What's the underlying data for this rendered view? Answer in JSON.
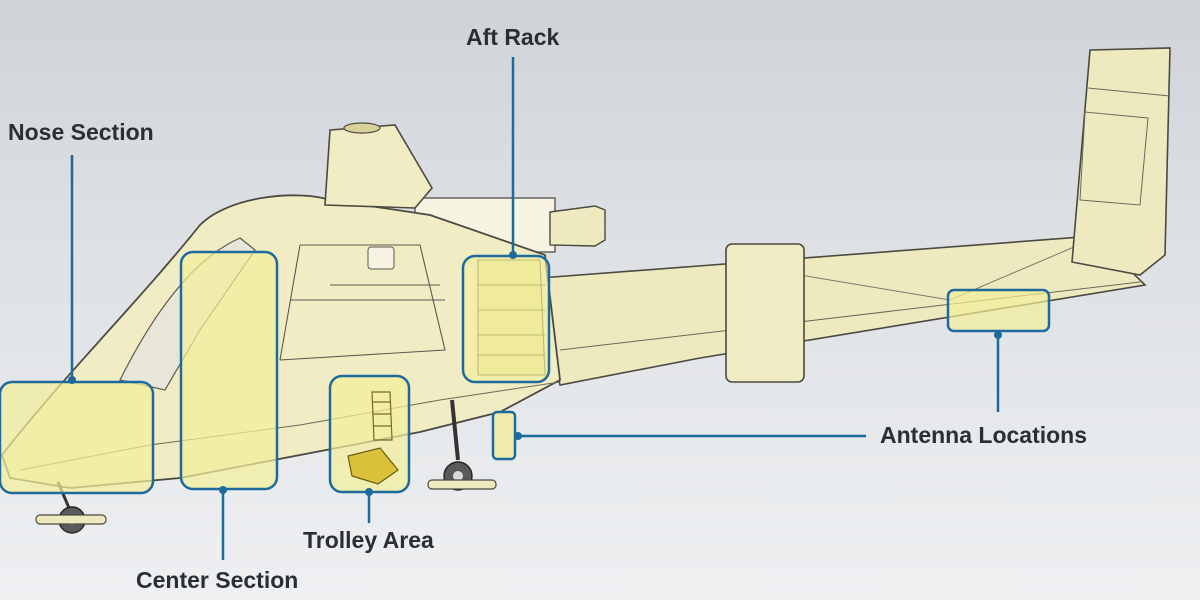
{
  "labels": {
    "aft_rack": "Aft Rack",
    "nose_section": "Nose Section",
    "antenna_locations": "Antenna Locations",
    "trolley_area": "Trolley Area",
    "center_section": "Center Section"
  },
  "colors": {
    "callout": "#1e6a9c",
    "highlight": "#f3ee9a",
    "fuselage": "#f1ecc4",
    "outline": "#4a4a40",
    "label_text": "#2b2e33"
  }
}
